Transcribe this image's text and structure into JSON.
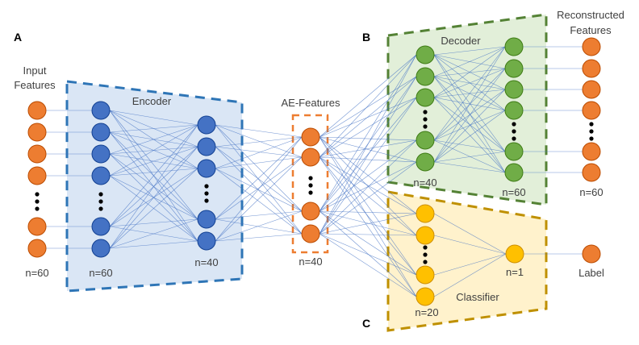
{
  "panels": {
    "a": "A",
    "b": "B",
    "c": "C"
  },
  "colors": {
    "input": "#ed7d31",
    "encoder": "#4472c4",
    "decoder": "#70ad47",
    "classifier": "#ffc000",
    "edge": "#4472c4",
    "encoder_bg": "#dae6f5",
    "encoder_border": "#2e75b6",
    "decoder_bg": "#e2efd9",
    "decoder_border": "#548235",
    "classifier_bg": "#fff2cc",
    "classifier_border": "#bf9000",
    "ae_border": "#ed7d31"
  },
  "labels": {
    "input_features_1": "Input",
    "input_features_2": "Features",
    "encoder": "Encoder",
    "ae_features": "AE-Features",
    "decoder": "Decoder",
    "reconstructed_1": "Reconstructed",
    "reconstructed_2": "Features",
    "classifier": "Classifier",
    "label": "Label"
  },
  "layers": {
    "input": {
      "n": "n=60"
    },
    "encoder_1": {
      "n": "n=60"
    },
    "encoder_2": {
      "n": "n=40"
    },
    "ae": {
      "n": "n=40"
    },
    "decoder_1": {
      "n": "n=40"
    },
    "decoder_2": {
      "n": "n=60"
    },
    "reconstructed": {
      "n": "n=60"
    },
    "classifier_1": {
      "n": "n=20"
    },
    "classifier_out": {
      "n": "n=1"
    }
  }
}
